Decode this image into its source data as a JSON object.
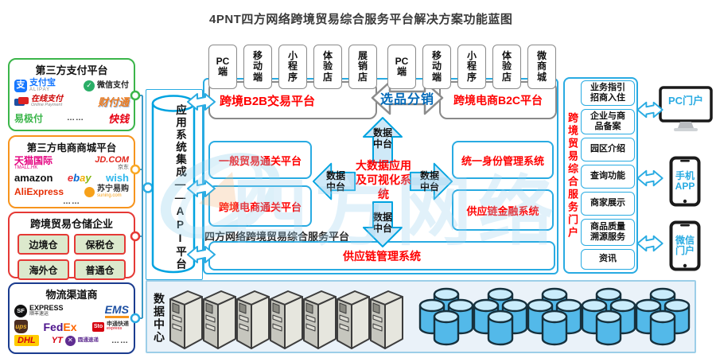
{
  "title": "4PNT四方网络跨境贸易综合服务平台解决方案功能蓝图",
  "icons": {
    "check": "✓",
    "cross": "✕"
  },
  "left_column": {
    "payment": {
      "title": "第三方支付平台",
      "alipay_badge": "支",
      "alipay_cn": "支付宝",
      "alipay_en": "ALIPAY",
      "wechat": "微信支付",
      "online_cn": "在线支付",
      "online_en": "Online Payment",
      "tenpay": "财付通",
      "yijifu": "易极付",
      "dots": "……",
      "kuaiqian": "快钱"
    },
    "ecommerce": {
      "title": "第三方电商商城平台",
      "tmall_cn": "天猫国际",
      "tmall_en": "TMALL.HK",
      "jd_en": "JD.COM",
      "jd_cn": "京东",
      "amazon": "amazon",
      "ebay_e": "e",
      "ebay_b": "b",
      "ebay_a": "a",
      "ebay_y": "y",
      "wish": "wish",
      "aliexpress": "AliExpress",
      "suning_cn": "苏宁易购",
      "suning_en": "suning.com",
      "dots": "……"
    },
    "warehouse": {
      "title": "跨境贸易仓储企业",
      "cells": [
        "边境仓",
        "保税仓",
        "海外仓",
        "普通仓"
      ],
      "dots": "……"
    },
    "logistics": {
      "title": "物流渠道商",
      "sf_short": "SF",
      "sf_en": "EXPRESS",
      "sf_cn": "顺丰速运",
      "ems": "EMS",
      "ups": "ups",
      "fedex_fed": "Fed",
      "fedex_ex": "Ex",
      "sto_short": "Sto",
      "sto_cn": "申通快递",
      "sto_en": "express",
      "dhl": "DHL",
      "yto_short": "YT",
      "yto_cn": "圆通速递",
      "dots": "……"
    }
  },
  "api_platform": {
    "label": "应用系统集成——API平台"
  },
  "main": {
    "b2b_tabs": [
      "PC\n端",
      "移\n动\n端",
      "小\n程\n序",
      "体\n验\n店",
      "展\n销\n店"
    ],
    "b2c_tabs": [
      "PC\n端",
      "移\n动\n端",
      "小\n程\n序",
      "体\n验\n店",
      "微\n商\n城"
    ],
    "b2b_platform": "跨境B2B交易平台",
    "selection_arrow": "选品分销",
    "b2c_platform": "跨境电商B2C平台",
    "general_customs": "一般贸易通关平台",
    "ecom_customs": "跨境电商通关平台",
    "data_hub": "数据\n中台",
    "bigdata_center": "大数据应用及可视化系统",
    "identity": "统一身份管理系统",
    "scf": "供应链金融系统",
    "platform_label": "四方网络跨境贸易综合服务平台",
    "scm": "供应链管理系统"
  },
  "portal": {
    "title": "跨境贸易综合服务门户",
    "items": [
      "业务指引\n招商入住",
      "企业与商\n品备案",
      "园区介绍",
      "查询功能",
      "商家展示",
      "商品质量\n溯源服务",
      "资讯"
    ]
  },
  "devices": {
    "pc": "PC门户",
    "app": "手机\nAPP",
    "wechat": "微信\n门户"
  },
  "datacenter": {
    "label": "数据中心"
  },
  "watermark": {
    "text": "四方网络"
  },
  "colors": {
    "accent_cyan": "#29ABE2",
    "arrow_fill": "#CFE9F8",
    "arrow_stroke": "#00A3E0",
    "red_text": "#FF0000",
    "selection_blue": "#0068B7",
    "payment_border": "#3BB54A",
    "ecommerce_border": "#F7941D",
    "warehouse_border": "#E53935",
    "logistics_border": "#1B3C8F"
  }
}
